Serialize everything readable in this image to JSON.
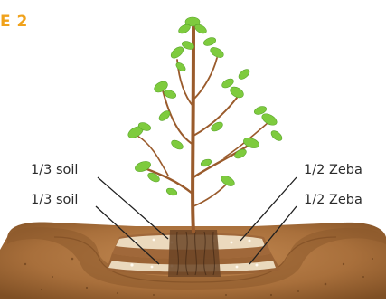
{
  "title": "E 2",
  "labels": {
    "left_top": "1/3 soil",
    "left_bottom": "1/3 soil",
    "right_top": "1/2 Zeba",
    "right_bottom": "1/2 Zeba"
  },
  "colors": {
    "title": "#f0a21b",
    "leaf": "#7ecb3e",
    "trunk": "#9a5b2c",
    "soil": "#b57b43",
    "zeba": "#f2e7d1"
  }
}
